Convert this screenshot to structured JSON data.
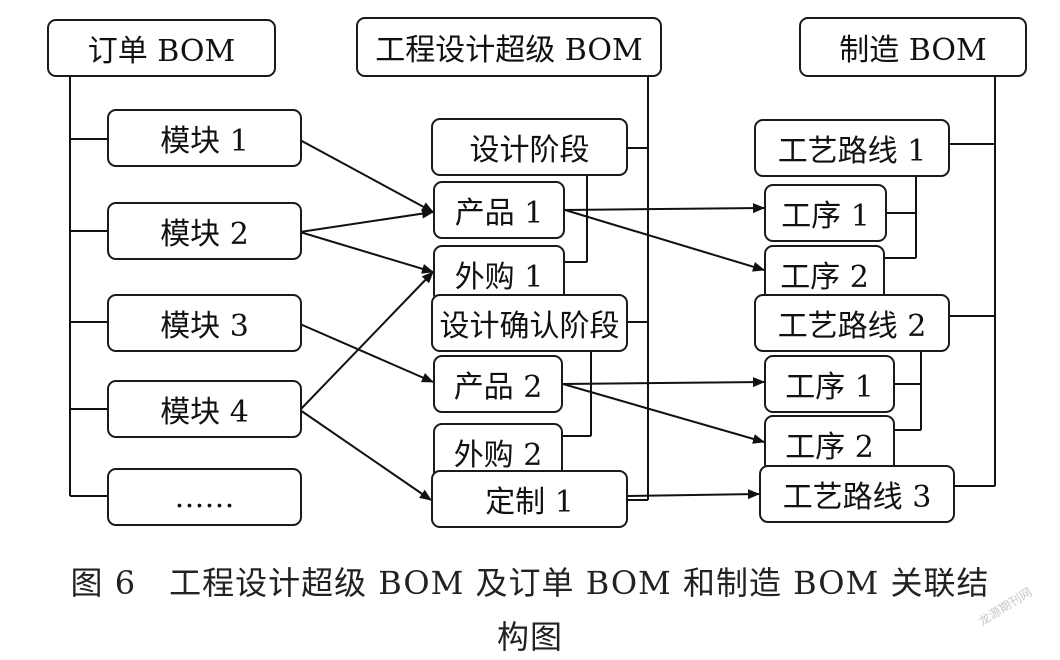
{
  "diagram": {
    "headers": {
      "order_bom": "订单 BOM",
      "engineering_bom": "工程设计超级 BOM",
      "manufacturing_bom": "制造 BOM"
    },
    "order_modules": [
      "模块 1",
      "模块 2",
      "模块 3",
      "模块 4",
      "……"
    ],
    "engineering": {
      "design_stage": "设计阶段",
      "product_1": "产品 1",
      "purchase_1": "外购 1",
      "confirm_stage": "设计确认阶段",
      "product_2": "产品 2",
      "purchase_2": "外购 2",
      "custom_1": "定制 1"
    },
    "manufacturing": {
      "route_1": "工艺路线 1",
      "route_1_op_1": "工序 1",
      "route_1_op_2": "工序 2",
      "route_2": "工艺路线 2",
      "route_2_op_1": "工序 1",
      "route_2_op_2": "工序 2",
      "route_3": "工艺路线 3"
    },
    "caption_line_1": "图 6　工程设计超级 BOM 及订单 BOM 和制造 BOM 关联结",
    "caption_line_2": "构图",
    "watermark": "龙源期刊网"
  }
}
